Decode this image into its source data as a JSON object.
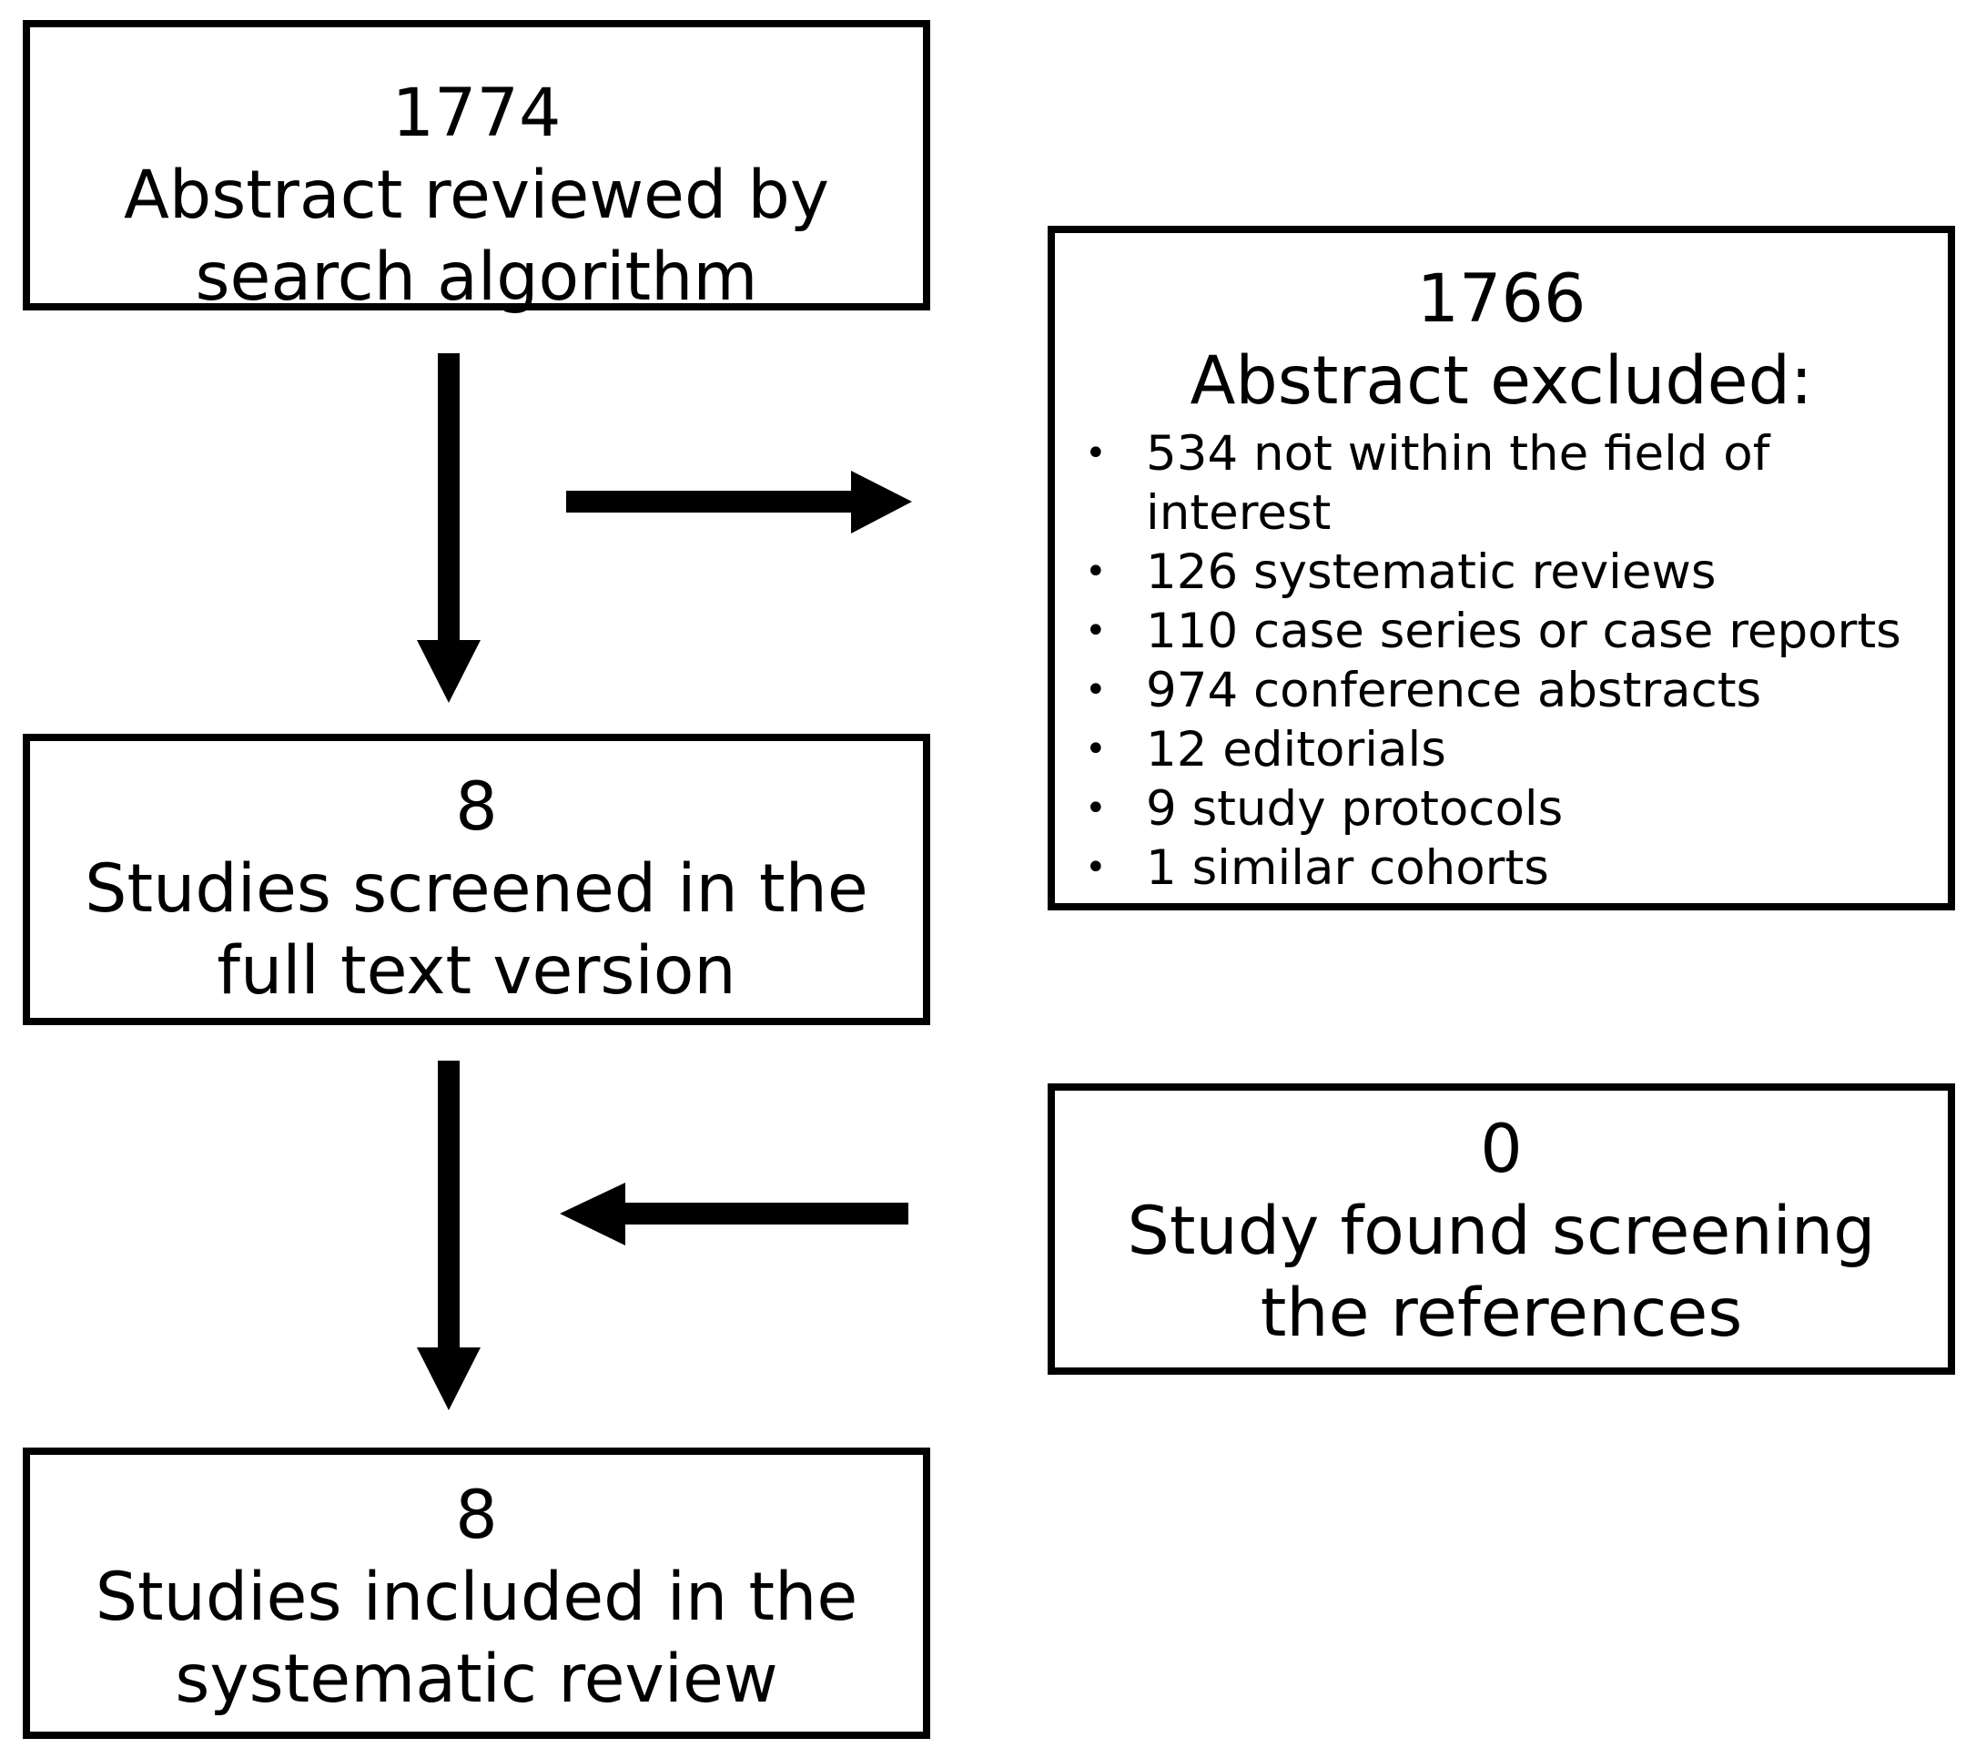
{
  "box_abstract_reviewed": {
    "count": "1774",
    "lines": [
      "Abstract reviewed by",
      "search algorithm"
    ]
  },
  "box_excluded": {
    "count": "1766",
    "title": "Abstract excluded:",
    "bullet_glyph": "•",
    "items": [
      [
        "534 not within the field of",
        "interest"
      ],
      [
        "126 systematic reviews"
      ],
      [
        "110 case series or case reports"
      ],
      [
        "974 conference abstracts"
      ],
      [
        "12 editorials"
      ],
      [
        "9 study protocols"
      ],
      [
        "1 similar cohorts"
      ]
    ]
  },
  "box_screened": {
    "count": "8",
    "lines": [
      "Studies screened in the",
      "full text version"
    ]
  },
  "box_references": {
    "count": "0",
    "lines": [
      "Study found screening",
      "the references"
    ]
  },
  "box_included": {
    "count": "8",
    "lines": [
      "Studies included in the",
      "systematic review"
    ]
  },
  "colors": {
    "stroke": "#000000",
    "background": "#ffffff"
  }
}
